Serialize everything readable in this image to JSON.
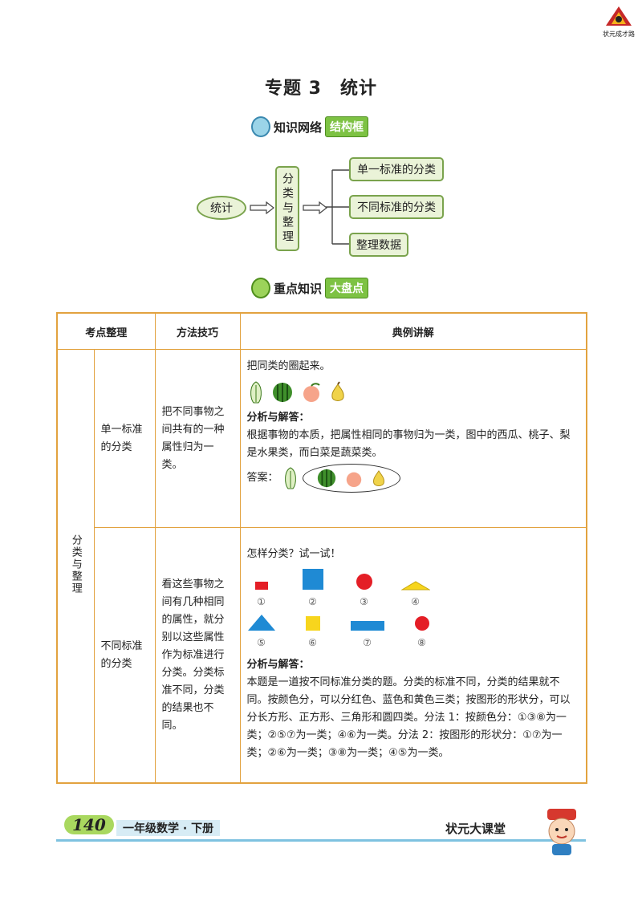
{
  "header": {
    "logo_text": "状元成才路"
  },
  "title": "专题 3　统计",
  "knowledge_banner": {
    "label": "知识网络",
    "tag": "结构框"
  },
  "diagram": {
    "root": "统计",
    "middle": "分类与整理",
    "branches": [
      "单一标准的分类",
      "不同标准的分类",
      "整理数据"
    ]
  },
  "key_banner": {
    "label": "重点知识",
    "tag": "大盘点"
  },
  "table": {
    "headers": [
      "考点整理",
      "方法技巧",
      "典例讲解"
    ],
    "group": "分类与整理",
    "rows": [
      {
        "topic": "单一标准的分类",
        "method": "把不同事物之间共有的一种属性归为一类。",
        "example_prompt": "把同类的圈起来。",
        "analysis_label": "分析与解答：",
        "analysis": "根据事物的本质，把属性相同的事物归为一类，图中的西瓜、桃子、梨是水果类，而白菜是蔬菜类。",
        "answer_label": "答案："
      },
      {
        "topic": "不同标准的分类",
        "method": "看这些事物之间有几种相同的属性，就分别以这些属性作为标准进行分类。分类标准不同，分类的结果也不同。",
        "example_prompt": "怎样分类？试一试！",
        "shapes": [
          "①",
          "②",
          "③",
          "④",
          "⑤",
          "⑥",
          "⑦",
          "⑧"
        ],
        "analysis_label": "分析与解答：",
        "analysis": "本题是一道按不同标准分类的题。分类的标准不同，分类的结果就不同。按颜色分，可以分红色、蓝色和黄色三类；按图形的形状分，可以分长方形、正方形、三角形和圆四类。分法 1：按颜色分：①③⑧为一类；②⑤⑦为一类；④⑥为一类。分法 2：按图形的形状分：①⑦为一类；②⑥为一类；③⑧为一类；④⑤为一类。"
      }
    ]
  },
  "footer": {
    "page": "140",
    "book": "一年级数学 · 下册",
    "brand": "状元大课堂"
  },
  "colors": {
    "red": "#e41e26",
    "blue": "#1f8ad4",
    "yellow": "#f7d51d",
    "green": "#7aa34d",
    "orange": "#e2a23f"
  }
}
